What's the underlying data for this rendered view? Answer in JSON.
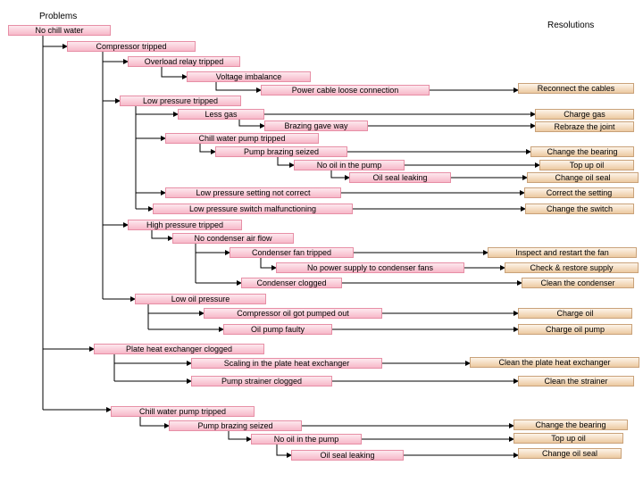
{
  "headers": {
    "problems": "Problems",
    "resolutions": "Resolutions"
  },
  "nodes": {
    "n01": "No chill water",
    "n02": "Compressor tripped",
    "n03": "Overload relay tripped",
    "n04": "Voltage imbalance",
    "n05": "Power cable loose connection",
    "n06": "Low pressure tripped",
    "n07": "Less gas",
    "n08": "Brazing gave way",
    "n09": "Chill water pump tripped",
    "n10": "Pump brazing seized",
    "n11": "No oil in the pump",
    "n12": "Oil seal leaking",
    "n13": "Low pressure setting not correct",
    "n14": "Low pressure switch malfunctioning",
    "n15": "High pressure tripped",
    "n16": "No condenser air flow",
    "n17": "Condenser fan tripped",
    "n18": "No power supply to condenser fans",
    "n19": "Condenser clogged",
    "n20": "Low oil pressure",
    "n21": "Compressor oil got pumped out",
    "n22": "Oil pump faulty",
    "n23": "Plate heat exchanger clogged",
    "n24": "Scaling in the plate heat exchanger",
    "n25": "Pump strainer clogged",
    "n26": "Chill water pump tripped",
    "n27": "Pump brazing seized",
    "n28": "No oil in the pump",
    "n29": "Oil seal leaking"
  },
  "resolutions": {
    "r01": "Reconnect the cables",
    "r02": "Charge gas",
    "r03": "Rebraze the joint",
    "r04": "Change the bearing",
    "r05": "Top up oil",
    "r06": "Change oil seal",
    "r07": "Correct the setting",
    "r08": "Change the switch",
    "r09": "Inspect and restart the fan",
    "r10": "Check & restore supply",
    "r11": "Clean the condenser",
    "r12": "Charge oil",
    "r13": "Charge oil pump",
    "r14": "Clean the plate heat exchanger",
    "r15": "Clean the strainer",
    "r16": "Change the bearing",
    "r17": "Top up oil",
    "r18": "Change oil seal"
  }
}
